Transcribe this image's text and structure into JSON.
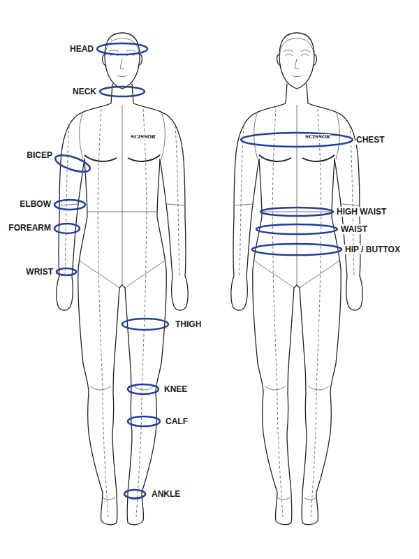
{
  "diagram": {
    "labels": [
      "HEAD",
      "NECK",
      "SCISSOR",
      "BICEP",
      "ELBOW",
      "FOREARM",
      "WRIST",
      "THIGH",
      "KNEE",
      "CALF",
      "ANKLE",
      "SCISSOR",
      "CHEST",
      "HIGH WAIST",
      "WAIST",
      "HIP / BUTTOX"
    ]
  }
}
